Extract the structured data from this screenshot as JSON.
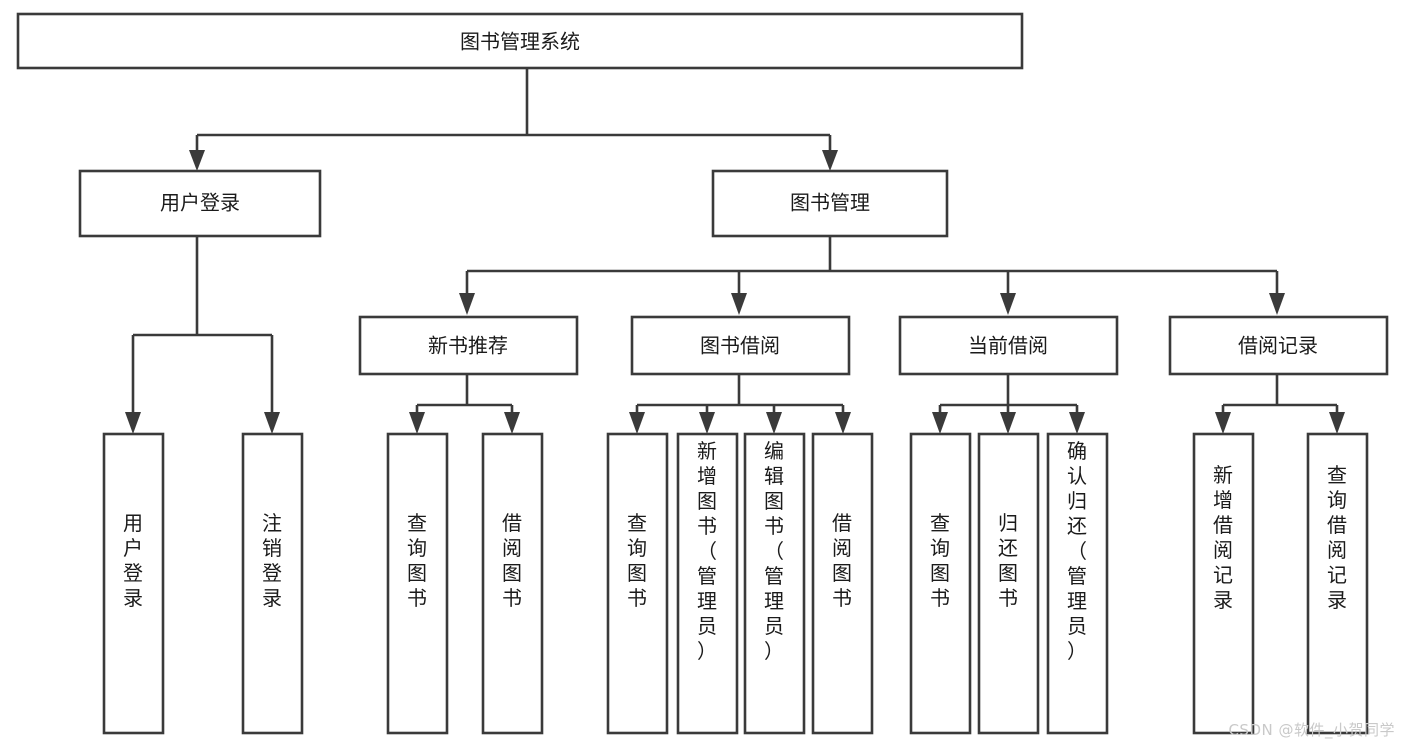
{
  "diagram": {
    "type": "tree-hierarchy",
    "title": "图书管理系统",
    "watermark": "CSDN @软件_小贺同学",
    "colors": {
      "stroke": "#3a3a3a",
      "fill": "#ffffff",
      "text": "#1b1b1b",
      "watermark": "#c9c9c9",
      "background": "#ffffff"
    },
    "levels": [
      {
        "level": 0,
        "nodes": [
          {
            "id": "root",
            "label": "图书管理系统",
            "orientation": "horizontal"
          }
        ]
      },
      {
        "level": 1,
        "nodes": [
          {
            "id": "user-login",
            "label": "用户登录",
            "orientation": "horizontal",
            "parent": "root"
          },
          {
            "id": "book-mgmt",
            "label": "图书管理",
            "orientation": "horizontal",
            "parent": "root"
          }
        ]
      },
      {
        "level": 2,
        "nodes": [
          {
            "id": "new-book-rec",
            "label": "新书推荐",
            "orientation": "horizontal",
            "parent": "book-mgmt"
          },
          {
            "id": "book-borrow",
            "label": "图书借阅",
            "orientation": "horizontal",
            "parent": "book-mgmt"
          },
          {
            "id": "current-borrow",
            "label": "当前借阅",
            "orientation": "horizontal",
            "parent": "book-mgmt"
          },
          {
            "id": "borrow-record",
            "label": "借阅记录",
            "orientation": "horizontal",
            "parent": "book-mgmt"
          }
        ]
      },
      {
        "level": 3,
        "nodes": [
          {
            "id": "leaf-1",
            "label": "用户登录",
            "orientation": "vertical",
            "parent": "user-login"
          },
          {
            "id": "leaf-2",
            "label": "注销登录",
            "orientation": "vertical",
            "parent": "user-login"
          },
          {
            "id": "leaf-3",
            "label": "查询图书",
            "orientation": "vertical",
            "parent": "new-book-rec"
          },
          {
            "id": "leaf-4",
            "label": "借阅图书",
            "orientation": "vertical",
            "parent": "new-book-rec"
          },
          {
            "id": "leaf-5",
            "label": "查询图书",
            "orientation": "vertical",
            "parent": "book-borrow"
          },
          {
            "id": "leaf-6",
            "label": "新增图书（管理员）",
            "orientation": "vertical",
            "parent": "book-borrow"
          },
          {
            "id": "leaf-7",
            "label": "编辑图书（管理员）",
            "orientation": "vertical",
            "parent": "book-borrow"
          },
          {
            "id": "leaf-8",
            "label": "借阅图书",
            "orientation": "vertical",
            "parent": "book-borrow"
          },
          {
            "id": "leaf-9",
            "label": "查询图书",
            "orientation": "vertical",
            "parent": "current-borrow"
          },
          {
            "id": "leaf-10",
            "label": "归还图书",
            "orientation": "vertical",
            "parent": "current-borrow"
          },
          {
            "id": "leaf-11",
            "label": "确认归还（管理员）",
            "orientation": "vertical",
            "parent": "current-borrow"
          },
          {
            "id": "leaf-12",
            "label": "新增借阅记录",
            "orientation": "vertical",
            "parent": "borrow-record"
          },
          {
            "id": "leaf-13",
            "label": "查询借阅记录",
            "orientation": "vertical",
            "parent": "borrow-record"
          }
        ]
      }
    ]
  }
}
